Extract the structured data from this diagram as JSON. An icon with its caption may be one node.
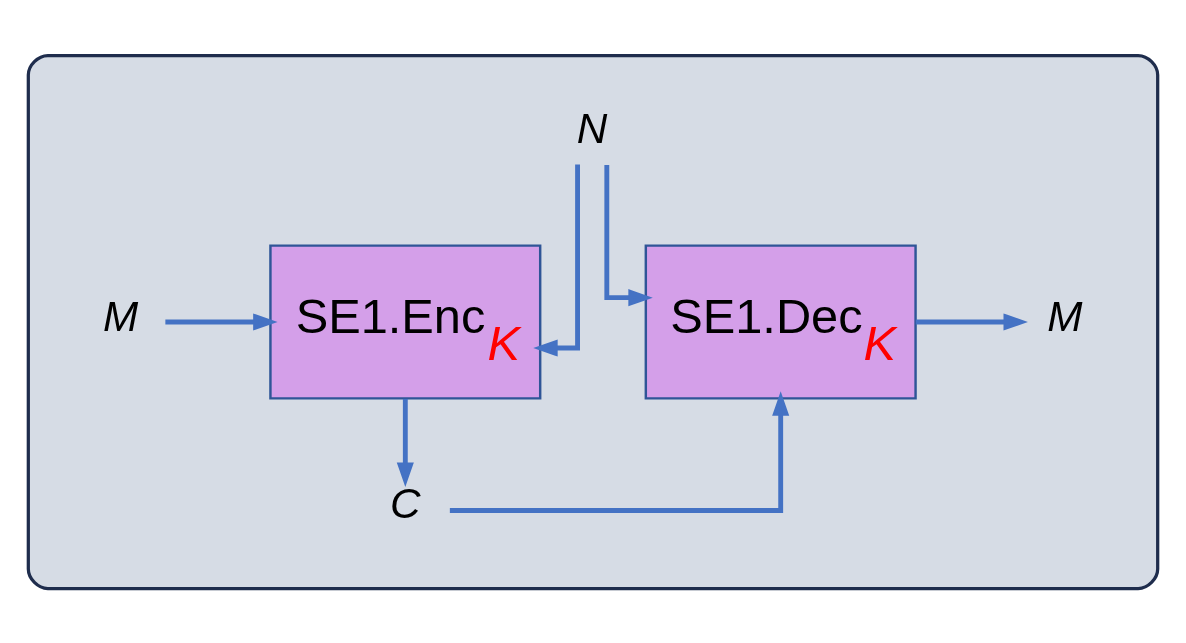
{
  "diagram": {
    "nodes": [
      {
        "text": [],
        "shape": "box"
      },
      {
        "text": [
          "N"
        ],
        "in": 0
      },
      {
        "text": [
          "M"
        ],
        "in": 0
      },
      {
        "text": [
          "SE1.Enc$_{K}$"
        ],
        "in": 0
      },
      {
        "text": [
          "SE1.Dec$_{K}$"
        ],
        "in": 0
      },
      {
        "text": [
          "M"
        ],
        "in": 0
      },
      {
        "text": [
          "C"
        ],
        "in": 0
      }
    ],
    "edges": [
      {
        "from": 1,
        "to": 3,
        "arrow": "to"
      },
      {
        "from": 1,
        "to": 4,
        "arrow": "to"
      },
      {
        "from": 2,
        "to": 3,
        "arrow": "to"
      },
      {
        "from": 3,
        "to": 6,
        "arrow": "to"
      },
      {
        "from": 6,
        "to": 4,
        "arrow": "to"
      },
      {
        "from": 4,
        "to": 5,
        "arrow": "to"
      }
    ]
  }
}
